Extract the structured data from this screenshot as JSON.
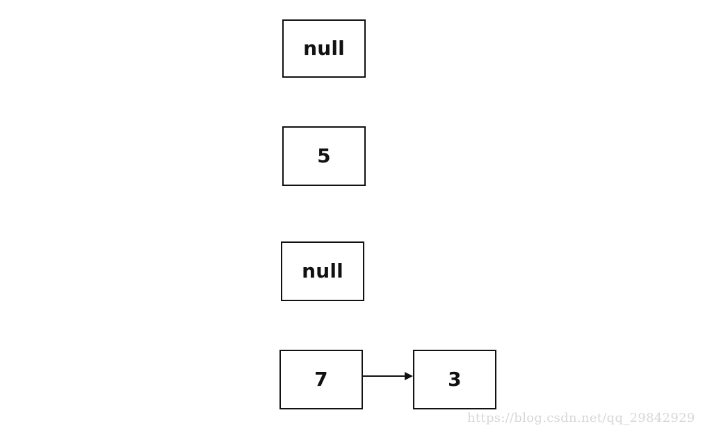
{
  "diagram": {
    "nodes": [
      {
        "id": "node-1",
        "label": "null"
      },
      {
        "id": "node-2",
        "label": "5"
      },
      {
        "id": "node-3",
        "label": "null"
      },
      {
        "id": "node-4",
        "label": "7"
      },
      {
        "id": "node-5",
        "label": "3"
      }
    ],
    "edges": [
      {
        "from": "node-4",
        "to": "node-5"
      }
    ]
  },
  "watermark": {
    "text": "https://blog.csdn.net/qq_29842929"
  },
  "colors": {
    "stroke": "#111111",
    "background": "#ffffff",
    "watermark": "#d7d7d7"
  }
}
